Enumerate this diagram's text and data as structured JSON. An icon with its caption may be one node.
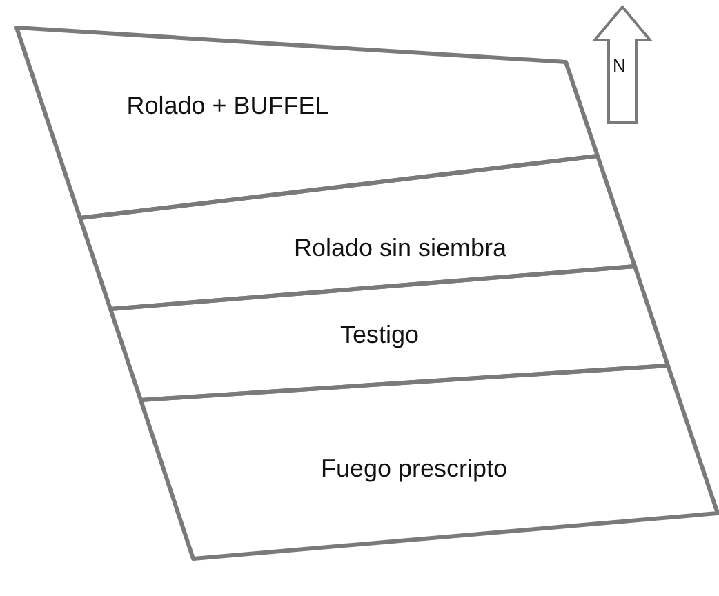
{
  "diagram": {
    "nodes": [
      {
        "text": [
          "Rolado + BUFFEL"
        ]
      },
      {
        "text": [
          "Rolado sin siembra"
        ]
      },
      {
        "text": [
          "Testigo"
        ]
      },
      {
        "text": [
          "Fuego prescripto"
        ]
      }
    ],
    "labels": [
      "N"
    ]
  }
}
